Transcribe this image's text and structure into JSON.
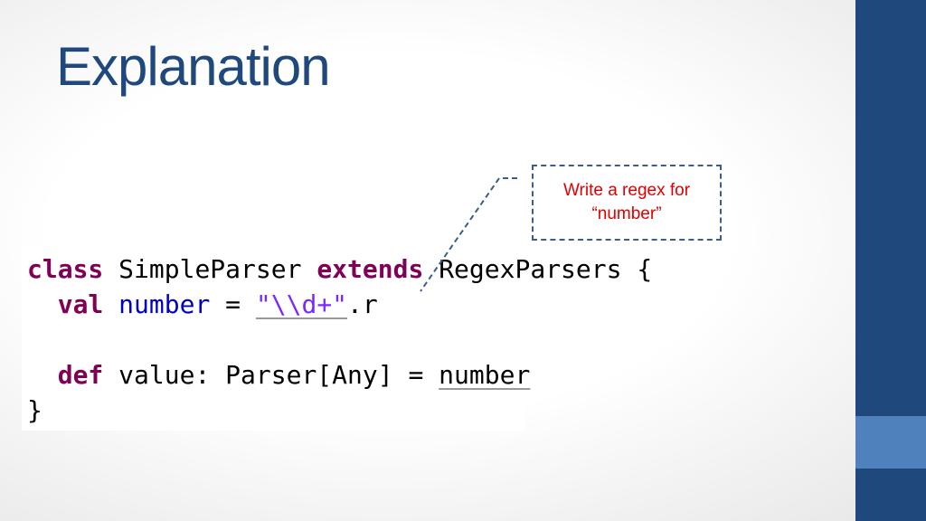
{
  "slide": {
    "title": "Explanation"
  },
  "code": {
    "line1": {
      "kw_class": "class",
      "name": "SimpleParser",
      "kw_extends": "extends",
      "parent": "RegexParsers",
      "brace": "{"
    },
    "line2": {
      "kw_val": "val",
      "ident": "number",
      "eq": "=",
      "literal": "\"\\\\d+\"",
      "suffix": ".r"
    },
    "line4": {
      "kw_def": "def",
      "sig": "value: Parser[Any] =",
      "ref": "number"
    },
    "line5": {
      "close": "}"
    }
  },
  "callout": {
    "text_line1": "Write a regex for",
    "text_line2": "“number”"
  },
  "colors": {
    "title": "#1f497d",
    "sidebar": "#1f497d",
    "sidebar_accent": "#4f81bd",
    "keyword": "#7f0055",
    "field": "#0000c0",
    "string": "#7a28ff",
    "callout_text": "#e00000",
    "callout_border": "#3b5f87"
  }
}
